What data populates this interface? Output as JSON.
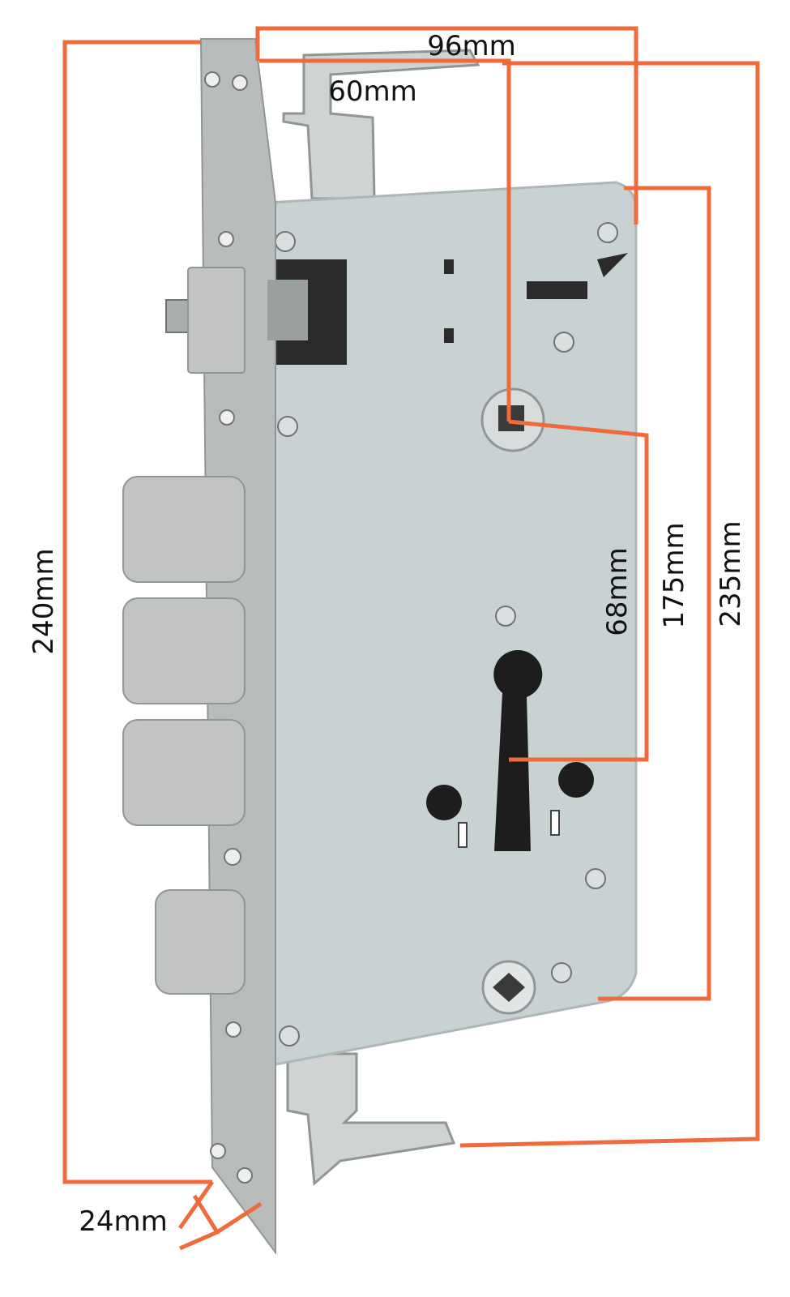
{
  "colors": {
    "dimension_line": "#f06b3c",
    "faceplate": "#b9bcbc",
    "case_body": "#c9d2d2",
    "case_edge": "#aeb7b7",
    "bolt": "#c2c4c3",
    "hardware": "#8f9696",
    "label_text": "#111111"
  },
  "dimensions": {
    "overall_width": "96mm",
    "backset": "60mm",
    "faceplate_height": "240mm",
    "faceplate_width": "24mm",
    "handle_to_cylinder": "68mm",
    "case_height": "175mm",
    "rod_length": "235mm"
  }
}
